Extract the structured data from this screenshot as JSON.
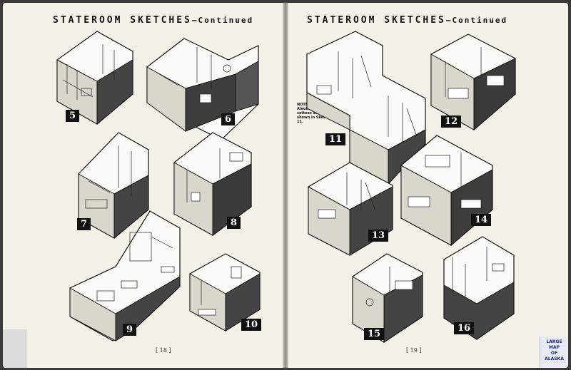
{
  "left_page": {
    "header_big": "STATEROOM SKETCHES",
    "header_dash": "—",
    "header_small": "Continued",
    "page_number": "[ 18 ]",
    "sketches": [
      "5",
      "6",
      "7",
      "8",
      "9",
      "10"
    ]
  },
  "right_page": {
    "header_big": "STATEROOM SKETCHES",
    "header_dash": "—",
    "header_small": "Continued",
    "page_number": "[ 19 ]",
    "note": "NOTE: On SS Aleutian, no settees as shown in Sketch 11.",
    "sketches": [
      "11",
      "12",
      "13",
      "14",
      "15",
      "16"
    ],
    "tab": {
      "line1": "LARGE",
      "line2": "MAP",
      "line3": "OF",
      "line4": "ALASKA"
    }
  }
}
